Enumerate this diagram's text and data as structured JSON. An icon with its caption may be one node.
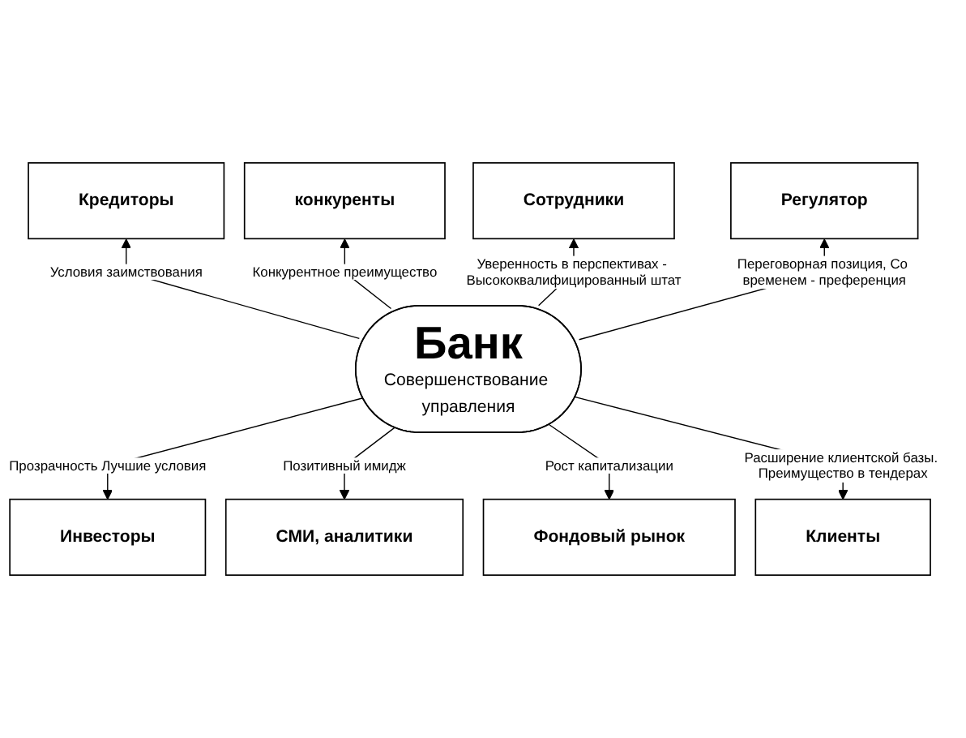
{
  "diagram": {
    "nodes": [
      {
        "text": [
          "Кредиторы"
        ]
      },
      {
        "text": [
          "конкуренты"
        ]
      },
      {
        "text": [
          "Сотрудники"
        ]
      },
      {
        "text": [
          "Банк",
          "Совершенствование управления"
        ]
      },
      {
        "text": [
          "Регулятор"
        ]
      },
      {
        "text": [
          "Инвесторы"
        ]
      },
      {
        "text": [
          "СМИ, аналитики"
        ]
      },
      {
        "text": [
          "Фондовый рынок"
        ]
      },
      {
        "text": [
          "Клиенты"
        ]
      }
    ],
    "edges": [
      {
        "from": 3,
        "to": 0,
        "arrow": "to",
        "label": "Условия заимствования"
      },
      {
        "from": 3,
        "to": 1,
        "arrow": "to",
        "label": "Конкурентное преимущество"
      },
      {
        "from": 3,
        "to": 2,
        "arrow": "to",
        "label": "Уверенность в перспективах - Высококвалифицированный штат"
      },
      {
        "from": 3,
        "to": 4,
        "arrow": "to",
        "label": "Переговорная позиция, Со временем - преференция"
      },
      {
        "from": 3,
        "to": 5,
        "arrow": "to",
        "label": "Прозрачность Лучшие условия"
      },
      {
        "from": 3,
        "to": 6,
        "arrow": "to",
        "label": "Позитивный имидж"
      },
      {
        "from": 3,
        "to": 7,
        "arrow": "to",
        "label": "Рост капитализации"
      },
      {
        "from": 3,
        "to": 8,
        "arrow": "to",
        "label": "Расширение клиентской базы. Преимущество в тендерах"
      }
    ]
  }
}
